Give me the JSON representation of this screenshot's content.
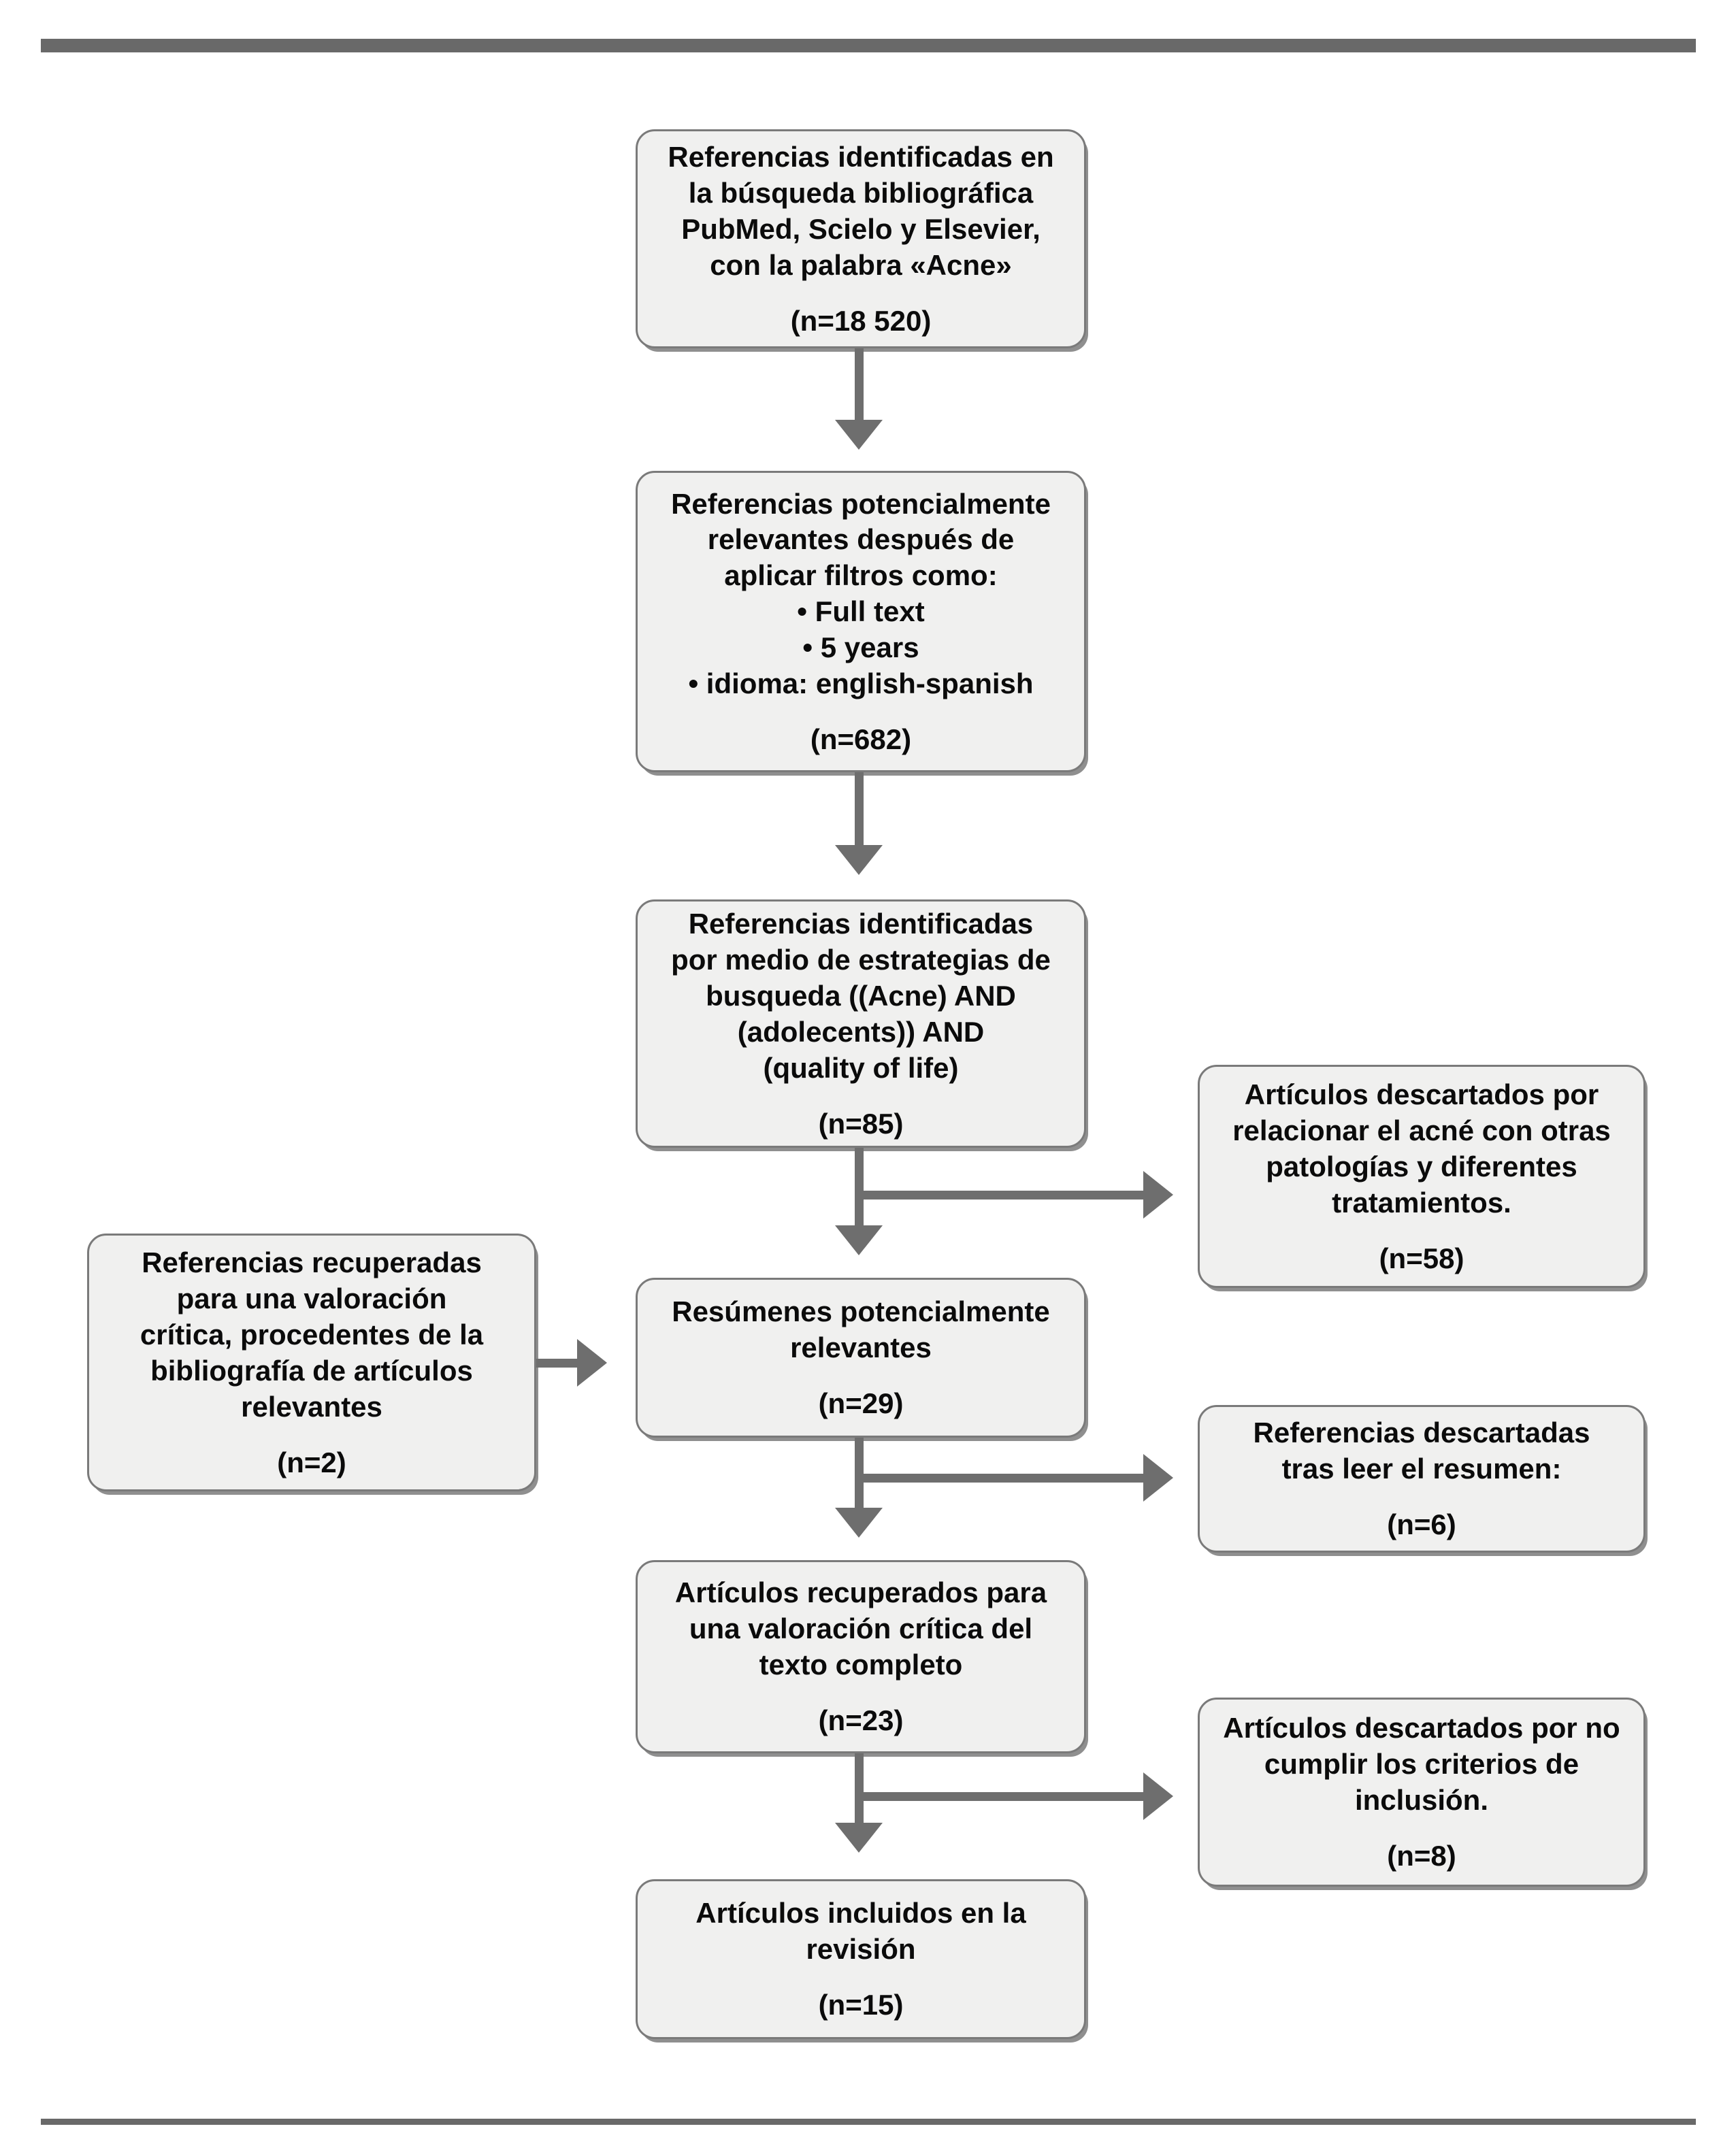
{
  "figure": {
    "kind": "prisma-flow-diagram",
    "language": "es"
  },
  "colors": {
    "rule_bar": "#696969",
    "arrow": "#6e6e6e",
    "box_fill": "#f0f0ef",
    "box_border": "#7a7a7a",
    "text": "#0b0b0b"
  },
  "flow": {
    "main": [
      {
        "text": "Referencias identificadas en\nla búsqueda bibliográfica\nPubMed, Scielo y Elsevier,\ncon la palabra «Acne»",
        "n": "(n=18 520)"
      },
      {
        "text": "Referencias potencialmente\nrelevantes después de\naplicar filtros como:\n• Full text\n• 5 years\n• idioma: english-spanish",
        "n": "(n=682)"
      },
      {
        "text": "Referencias identificadas\npor medio de estrategias de\nbusqueda ((Acne) AND\n(adolecents)) AND\n(quality of life)",
        "n": "(n=85)"
      },
      {
        "text": "Resúmenes potencialmente\nrelevantes",
        "n": "(n=29)"
      },
      {
        "text": "Artículos recuperados para\nuna valoración crítica del\ntexto completo",
        "n": "(n=23)"
      },
      {
        "text": "Artículos incluidos en la\nrevisión",
        "n": "(n=15)"
      }
    ],
    "side_left": {
      "text": "Referencias recuperadas\npara una valoración\ncrítica, procedentes de la\nbibliografía de artículos\nrelevantes",
      "n": "(n=2)"
    },
    "side_right": [
      {
        "text": "Artículos descartados por\nrelacionar el acné con otras\npatologías y diferentes\ntratamientos.",
        "n": "(n=58)"
      },
      {
        "text": "Referencias descartadas\ntras leer el resumen:",
        "n": "(n=6)"
      },
      {
        "text": "Artículos descartados por no\ncumplir los criterios de\ninclusión.",
        "n": "(n=8)"
      }
    ]
  }
}
